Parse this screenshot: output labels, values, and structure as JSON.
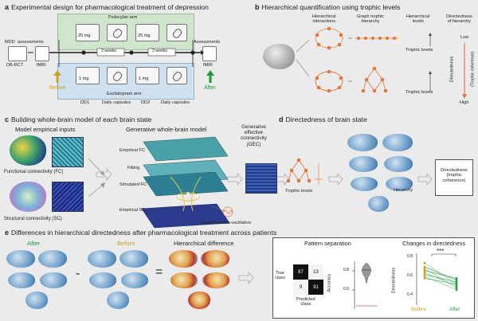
{
  "panel_a": {
    "letter": "a",
    "title": "Experimental design for pharmacological treatment of depression",
    "psilocybin_arm": "Psilocybin arm",
    "escitalopram_arm": "Escitalopram arm",
    "mdd_label": "MDD",
    "rct_label": "DB-RCT",
    "assessments_left": "assessments",
    "assessments_right": "Assessments",
    "fmri_left": "fMRI",
    "fmri_right": "fMRI",
    "dose_psi1": "25 mg",
    "dose_psi2": "25 mg",
    "dose_esc1": "1 mg",
    "dose_esc2": "1 mg",
    "weeks1": "3 weeks",
    "weeks2": "3 weeks",
    "dd1": "DD1",
    "daily1": "Daily capsules",
    "dd2": "DD2",
    "daily2": "Daily capsules",
    "before": "Before",
    "after": "After"
  },
  "panel_b": {
    "letter": "b",
    "title": "Hierarchical quantification using trophic levels",
    "col1": "Hierarchical\ninteractions",
    "col2": "Graph trophic\nhierarchy",
    "col3": "Hierarchical\nlevels",
    "col4": "Directedness\nof hierarchy",
    "low": "Low",
    "high": "High",
    "trophic1": "Trophic levels",
    "trophic2": "Trophic levels",
    "directedness": "Directedness",
    "trophic_coherence": "(Trophic coherence)"
  },
  "panel_c": {
    "letter": "c",
    "title": "Building whole-brain model of each brain state",
    "model_inputs": "Model empirical inputs",
    "generative_model": "Generative whole-brain model",
    "gec_title": "Generative\neffective\nconnectivity\n(GEC)",
    "fc_label": "Functional connectivity (FC)",
    "sc_label": "Structural connectivity (SC)",
    "empirical_fc": "Empirical FC",
    "fitting": "Fitting",
    "simulated_fc": "Simulated FC",
    "empirical_sc": "Empirical SC",
    "stuart_landau": "Stuart–Landau oscillators"
  },
  "panel_d": {
    "letter": "d",
    "title": "Directedness of brain state",
    "trophic_levels": "Trophic levels",
    "hierarchy": "Hierarchy",
    "directedness_box": "Directedness\n(trophic\ncoherence)"
  },
  "panel_e": {
    "letter": "e",
    "title": "Differences in hierarchical directedness after pharmacological treatment across patients",
    "after_label": "After",
    "before_label": "Before",
    "hier_diff": "Hierarchical difference",
    "minus": "-",
    "equals": "=",
    "pattern_sep": "Pattern separation",
    "changes_dir": "Changes in directedness",
    "true_class": "True\nclass",
    "predicted_class": "Predicted\nclass",
    "cm": [
      "87",
      "13",
      "9",
      "91"
    ],
    "accuracy": "Accuracy",
    "acc_ticks": [
      "0.8",
      "0.6"
    ],
    "dir_label": "Directedness",
    "dir_ticks": [
      "0.8",
      "0.6",
      "0.4"
    ],
    "sig": "***",
    "before_x": "Before",
    "after_x": "After"
  },
  "colors": {
    "accent_green": "#1e9b3c",
    "accent_gold": "#c9a227",
    "orange_node": "#e07a3a",
    "panel_green": "#cfe6cc",
    "panel_blue": "#cfe0ee"
  },
  "chart_data": {
    "type": "scatter",
    "title": "Changes in directedness",
    "xlabel": "",
    "ylabel": "Directedness",
    "categories": [
      "Before",
      "After"
    ],
    "ylim": [
      0.4,
      0.8
    ],
    "series": [
      {
        "values": [
          0.74,
          0.52
        ]
      },
      {
        "values": [
          0.7,
          0.56
        ]
      },
      {
        "values": [
          0.68,
          0.48
        ]
      },
      {
        "values": [
          0.66,
          0.58
        ]
      },
      {
        "values": [
          0.64,
          0.5
        ]
      },
      {
        "values": [
          0.62,
          0.54
        ]
      },
      {
        "values": [
          0.6,
          0.46
        ]
      },
      {
        "values": [
          0.58,
          0.52
        ]
      }
    ]
  }
}
